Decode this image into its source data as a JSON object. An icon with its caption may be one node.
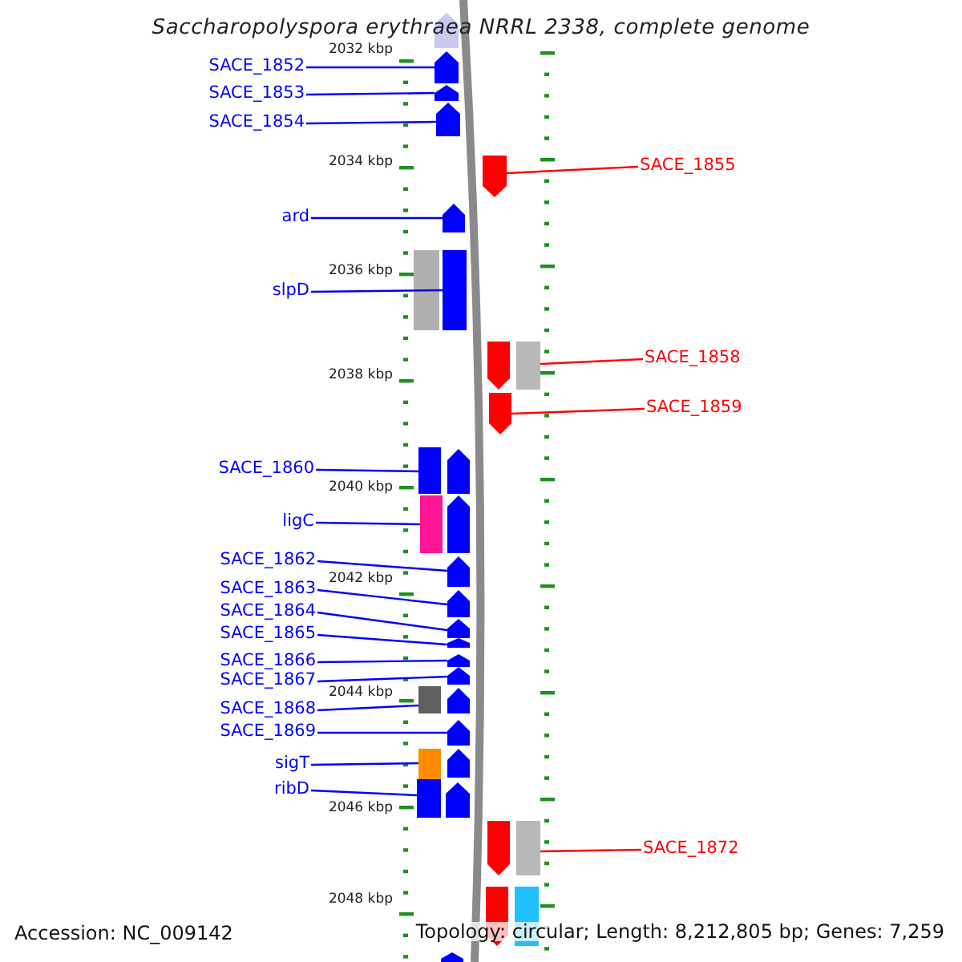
{
  "diagram": {
    "title": "Saccharopolyspora erythraea NRRL 2338, complete genome",
    "nodes": [
      {
        "text": [
          "SACE_1852"
        ]
      },
      {
        "text": [
          "SACE_1853"
        ]
      },
      {
        "text": [
          "SACE_1854"
        ]
      },
      {
        "text": [
          "SACE_1855"
        ]
      },
      {
        "text": [
          "ard"
        ]
      },
      {
        "text": [
          "slpD"
        ]
      },
      {
        "text": [
          "SACE_1858"
        ]
      },
      {
        "text": [
          "SACE_1859"
        ]
      },
      {
        "text": [
          "SACE_1860"
        ]
      },
      {
        "text": [
          "ligC"
        ]
      },
      {
        "text": [
          "SACE_1862"
        ]
      },
      {
        "text": [
          "SACE_1863"
        ]
      },
      {
        "text": [
          "SACE_1864"
        ]
      },
      {
        "text": [
          "SACE_1865"
        ]
      },
      {
        "text": [
          "SACE_1866"
        ]
      },
      {
        "text": [
          "SACE_1867"
        ]
      },
      {
        "text": [
          "SACE_1868"
        ]
      },
      {
        "text": [
          "SACE_1869"
        ]
      },
      {
        "text": [
          "sigT"
        ]
      },
      {
        "text": [
          "ribD"
        ]
      },
      {
        "text": [
          "SACE_1872"
        ]
      },
      {
        "text": [],
        "shape": "arrow"
      },
      {
        "text": [],
        "shape": "arrow"
      },
      {
        "text": [],
        "shape": "arrow"
      },
      {
        "text": [],
        "shape": "arrow"
      },
      {
        "text": [],
        "shape": "arrow"
      },
      {
        "text": [],
        "shape": "box"
      },
      {
        "text": [],
        "shape": "box"
      },
      {
        "text": [],
        "shape": "arrow"
      },
      {
        "text": [],
        "shape": "box"
      },
      {
        "text": [],
        "shape": "box"
      },
      {
        "text": [],
        "shape": "arrow"
      },
      {
        "text": [],
        "shape": "arrow"
      },
      {
        "text": [],
        "shape": "arrow"
      },
      {
        "text": [],
        "shape": "arrow"
      },
      {
        "text": [],
        "shape": "arrow"
      },
      {
        "text": [],
        "shape": "arrow"
      },
      {
        "text": [],
        "shape": "box"
      },
      {
        "text": [],
        "shape": "arrow"
      },
      {
        "text": [],
        "shape": "box"
      },
      {
        "text": [],
        "shape": "box"
      },
      {
        "text": [],
        "shape": "box"
      },
      {
        "text": [],
        "shape": "pentagon"
      },
      {
        "text": [],
        "shape": "box"
      },
      {
        "text": [],
        "shape": "pentagon"
      },
      {
        "text": [],
        "shape": "pentagon"
      },
      {
        "text": [],
        "shape": "pentagon"
      },
      {
        "text": [],
        "shape": "pentagon"
      },
      {
        "text": [],
        "shape": "pentagon"
      },
      {
        "text": [],
        "shape": "pentagon"
      },
      {
        "text": [],
        "shape": "pentagon"
      },
      {
        "text": [],
        "shape": "pentagon"
      },
      {
        "text": [],
        "shape": "box"
      },
      {
        "text": [],
        "shape": "pentagon"
      }
    ],
    "edges": [
      {
        "from": 0,
        "to": 21,
        "arrow": "none"
      },
      {
        "from": 1,
        "to": 22,
        "arrow": "none"
      },
      {
        "from": 2,
        "to": 23,
        "arrow": "none"
      },
      {
        "from": 3,
        "to": 24,
        "arrow": "none",
        "color": "#ff0000"
      },
      {
        "from": 4,
        "to": 25,
        "arrow": "none"
      },
      {
        "from": 5,
        "to": 26,
        "arrow": "none"
      },
      {
        "from": 6,
        "to": 27,
        "arrow": "none",
        "color": "#ff0000"
      },
      {
        "from": 7,
        "to": 28,
        "arrow": "none",
        "color": "#ff0000"
      },
      {
        "from": 8,
        "to": 29,
        "arrow": "none"
      },
      {
        "from": 9,
        "to": 30,
        "arrow": "none"
      },
      {
        "from": 10,
        "to": 31,
        "arrow": "none"
      },
      {
        "from": 11,
        "to": 32,
        "arrow": "none"
      },
      {
        "from": 12,
        "to": 33,
        "arrow": "none"
      },
      {
        "from": 13,
        "to": 34,
        "arrow": "none"
      },
      {
        "from": 14,
        "to": 35,
        "arrow": "none"
      },
      {
        "from": 15,
        "to": 36,
        "arrow": "none"
      },
      {
        "from": 16,
        "to": 37,
        "arrow": "none"
      },
      {
        "from": 17,
        "to": 38,
        "arrow": "none"
      },
      {
        "from": 18,
        "to": 39,
        "arrow": "none"
      },
      {
        "from": 19,
        "to": 40,
        "arrow": "none"
      },
      {
        "from": 20,
        "to": 41,
        "arrow": "none",
        "color": "#ff0000"
      }
    ],
    "labels": [
      "2032 kbp",
      "2034 kbp",
      "2036 kbp",
      "2038 kbp",
      "2040 kbp",
      "2042 kbp",
      "2044 kbp",
      "2046 kbp",
      "2048 kbp",
      "Accession: NC_009142",
      "Topology: circular; Length: 8,212,805 bp; Genes: 7,259"
    ]
  }
}
